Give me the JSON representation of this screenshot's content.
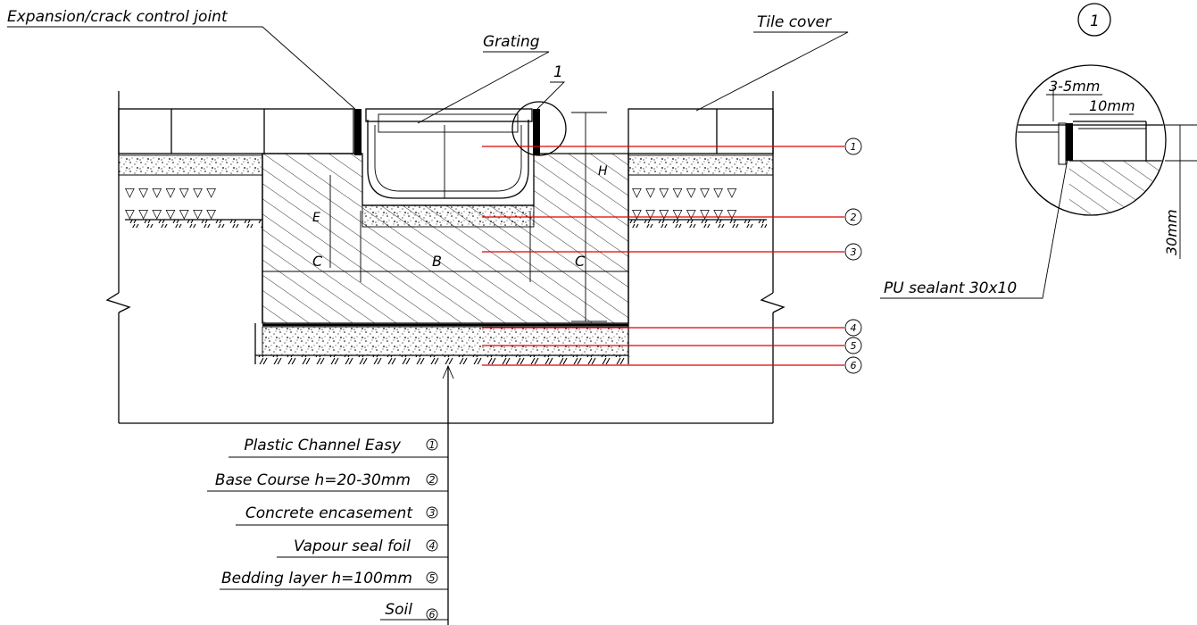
{
  "labels": {
    "expansion_joint": "Expansion/crack control joint",
    "grating": "Grating",
    "tile_cover": "Tile cover",
    "detail_ref": "1",
    "pu_sealant": "PU sealant 30x10",
    "detail_title": "1",
    "dim_gap": "3-5mm",
    "dim_width": "10mm",
    "dim_depth": "30mm",
    "dim_c_left": "C",
    "dim_b": "B",
    "dim_c_right": "C",
    "dim_e": "E",
    "dim_h": "H"
  },
  "markers": [
    "1",
    "2",
    "3",
    "4",
    "5",
    "6"
  ],
  "legend": [
    {
      "text": "Plastic Channel Easy",
      "num": "1"
    },
    {
      "text": "Base Course h=20-30mm",
      "num": "2"
    },
    {
      "text": "Concrete encasement",
      "num": "3"
    },
    {
      "text": "Vapour seal foil",
      "num": "4"
    },
    {
      "text": "Bedding layer h=100mm",
      "num": "5"
    },
    {
      "text": "Soil",
      "num": "6"
    }
  ],
  "colors": {
    "leader": "#e00000",
    "line": "#000000"
  }
}
